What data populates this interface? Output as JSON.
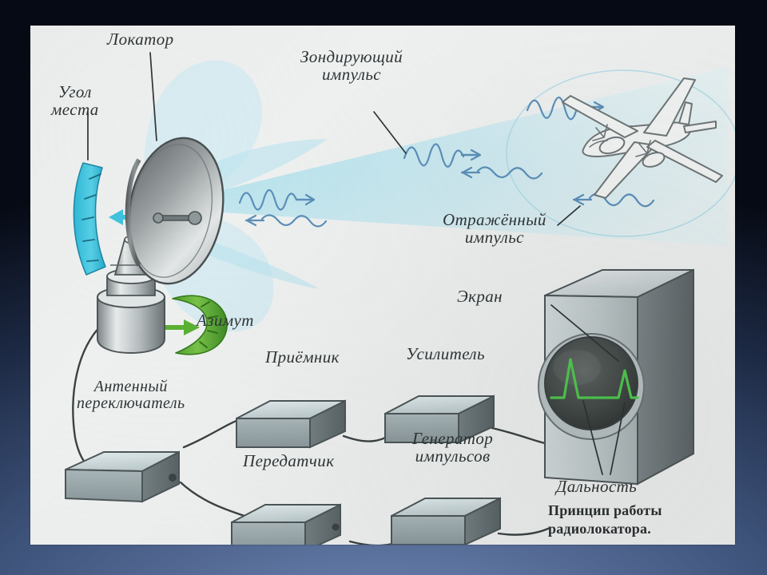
{
  "slide": {
    "background_top_color": "#000000",
    "background_bottom_color": "#6d81ab"
  },
  "figure": {
    "kind": "scanned-textbook-illustration",
    "paper_color": "#eef0ef",
    "caption": "Принцип работы\nрадиолокатора.",
    "beam_color": "#b9e3ee",
    "wave_color": "#5b8fb9",
    "elevation_arc_color": "#3fc3dd",
    "azimuth_arc_color": "#5ab033",
    "screen_trace_color": "#4fc94f",
    "box_top_color": "#c8d6d8",
    "box_front_color": "#9aa8ab",
    "box_side_color": "#6d797c"
  },
  "labels": [
    {
      "id": "locator",
      "text": "Локатор"
    },
    {
      "id": "elevation",
      "text": "Угол\nместа"
    },
    {
      "id": "probing-pulse",
      "text": "Зондирующий\nимпульс"
    },
    {
      "id": "reflected-pulse",
      "text": "Отражённый\nимпульс"
    },
    {
      "id": "azimuth",
      "text": "Азимут"
    },
    {
      "id": "antenna-switch",
      "text": "Антенный\nпереключатель"
    },
    {
      "id": "receiver",
      "text": "Приёмник"
    },
    {
      "id": "amplifier",
      "text": "Усилитель"
    },
    {
      "id": "transmitter",
      "text": "Передатчик"
    },
    {
      "id": "pulse-generator",
      "text": "Генератор\nимпульсов"
    },
    {
      "id": "screen",
      "text": "Экран"
    },
    {
      "id": "range",
      "text": "Дальность"
    }
  ]
}
